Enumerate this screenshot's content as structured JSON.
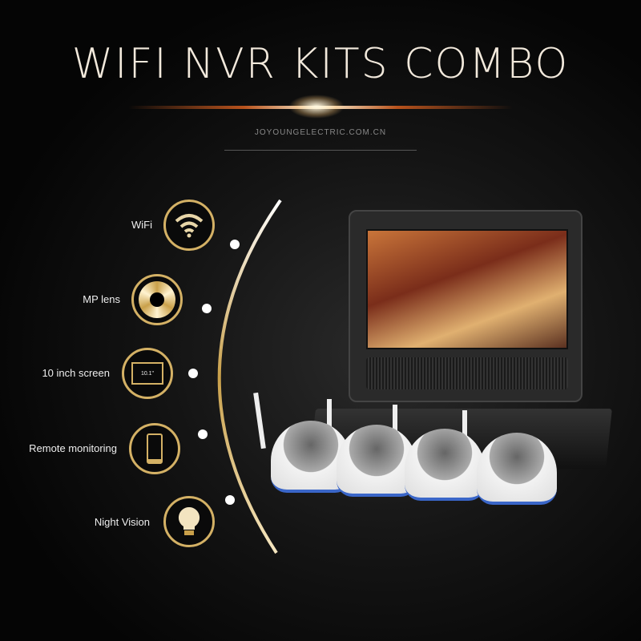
{
  "header": {
    "title": "WIFI NVR KITS COMBO",
    "subtitle": "JOYOUNGELECTRIC.COM.CN"
  },
  "features": [
    {
      "label": "WiFi",
      "icon": "wifi-icon"
    },
    {
      "label": "MP lens",
      "icon": "lens-aperture-icon"
    },
    {
      "label": "10 inch screen",
      "icon": "screen-icon",
      "icon_text": "10.1\""
    },
    {
      "label": "Remote monitoring",
      "icon": "phone-icon"
    },
    {
      "label": "Night Vision",
      "icon": "bulb-icon"
    }
  ],
  "colors": {
    "gold": "#d4b165",
    "background": "#050505"
  }
}
